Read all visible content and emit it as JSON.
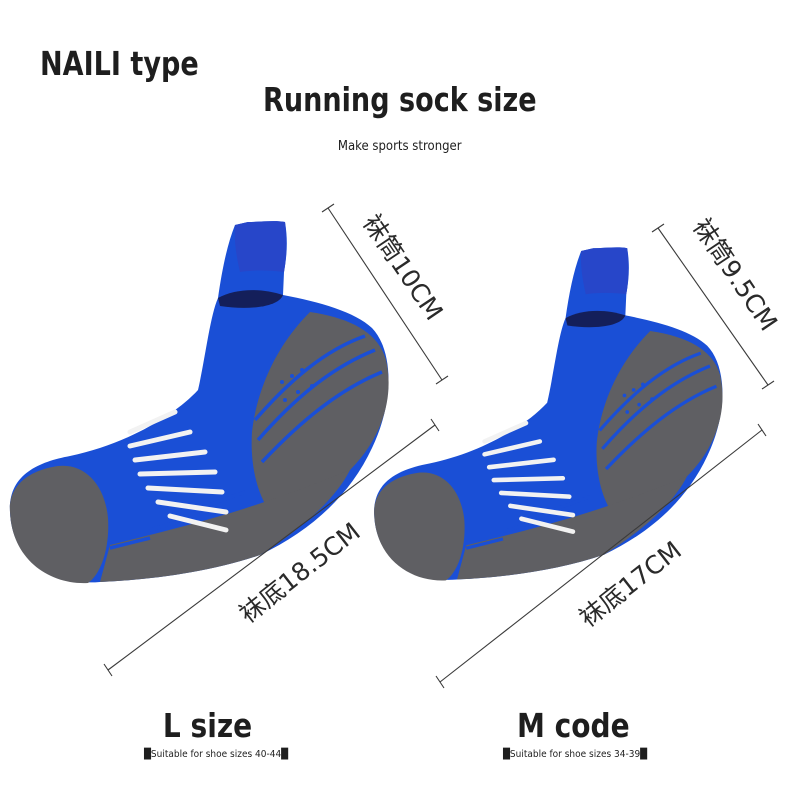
{
  "header": {
    "brand": "NAILI type",
    "title": "Running sock size",
    "subtitle": "Make sports stronger"
  },
  "socks": [
    {
      "size_label": "L size",
      "note": "█Suitable for shoe sizes 40-44█",
      "cuff_measure": "袜筒10CM",
      "sole_measure": "袜底18.5CM"
    },
    {
      "size_label": "M code",
      "note": "█Suitable for shoe sizes 34-39█",
      "cuff_measure": "袜筒9.5CM",
      "sole_measure": "袜底17CM"
    }
  ],
  "colors": {
    "sock_blue": "#1a4fd6",
    "sock_gray": "#5f5f63",
    "stripe_white": "#f2f2f2"
  }
}
